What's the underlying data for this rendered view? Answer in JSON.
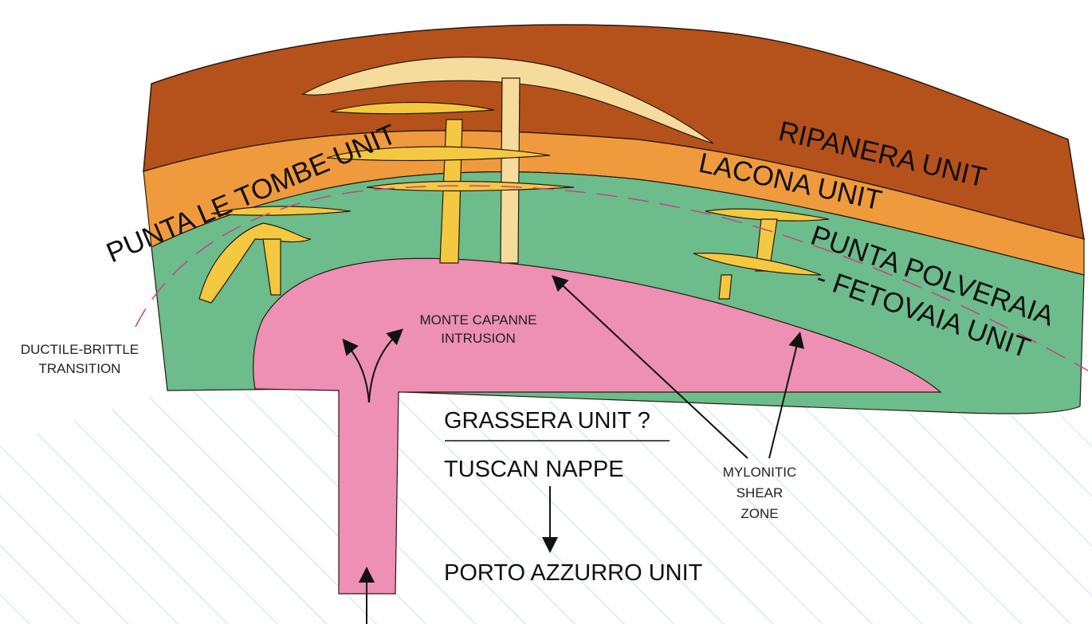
{
  "units": {
    "ripanera": "RIPANERA UNIT",
    "lacona": "LACONA UNIT",
    "punta_le_tombe": "PUNTA LE TOMBE UNIT",
    "punta_polveraia_1": "PUNTA POLVERAIA",
    "punta_polveraia_2": "- FETOVAIA UNIT",
    "grassera": "GRASSERA UNIT ?",
    "tuscan_nappe": "TUSCAN NAPPE",
    "porto_azzurro": "PORTO AZZURRO UNIT"
  },
  "labels": {
    "monte_capanne_1": "MONTE CAPANNE",
    "monte_capanne_2": "INTRUSION",
    "ductile_1": "DUCTILE-BRITTLE",
    "ductile_2": "TRANSITION",
    "mylonitic_1": "MYLONITIC",
    "mylonitic_2": "SHEAR",
    "mylonitic_3": "ZONE"
  },
  "colors": {
    "ripanera": "#b5511b",
    "lacona": "#ef9a3c",
    "punta_polveraia": "#6cbc8c",
    "intrusion": "#ee8fb4",
    "dyke_yellow": "#f5c842",
    "dyke_pale": "#f6dc9c",
    "transition_line": "#c2458a",
    "hatch": "#a9ccd3"
  }
}
